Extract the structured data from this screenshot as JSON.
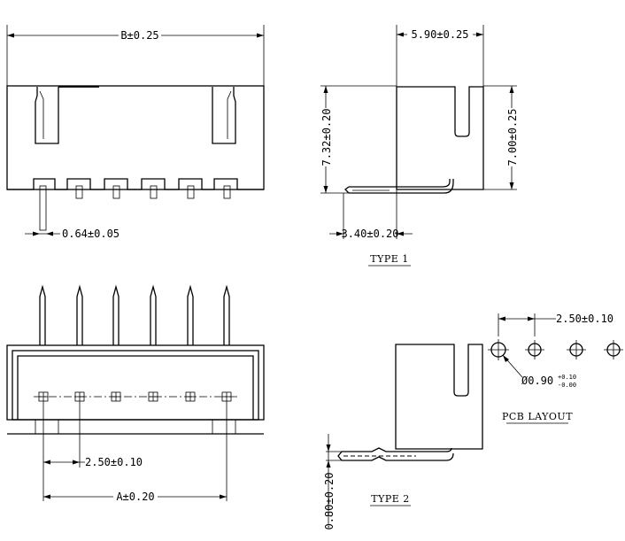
{
  "type1_front": {
    "b_dim": "B±0.25",
    "pin_width": "0.64±0.05"
  },
  "type1_side": {
    "depth": "5.90±0.25",
    "height_total": "7.32±0.20",
    "height_body": "7.00±0.25",
    "pin_offset": "3.40±0.20",
    "caption": "TYPE 1"
  },
  "type2_front": {
    "pitch": "2.50±0.10",
    "a_dim": "A±0.20"
  },
  "type2_side": {
    "pin_offset": "0.80±0.20",
    "caption": "TYPE 2"
  },
  "pcb_layout": {
    "pitch": "2.50±0.10",
    "hole_prefix": "Ø0.90",
    "hole_tol_plus": "+0.10",
    "hole_tol_minus": "-0.00",
    "caption": "PCB LAYOUT"
  }
}
